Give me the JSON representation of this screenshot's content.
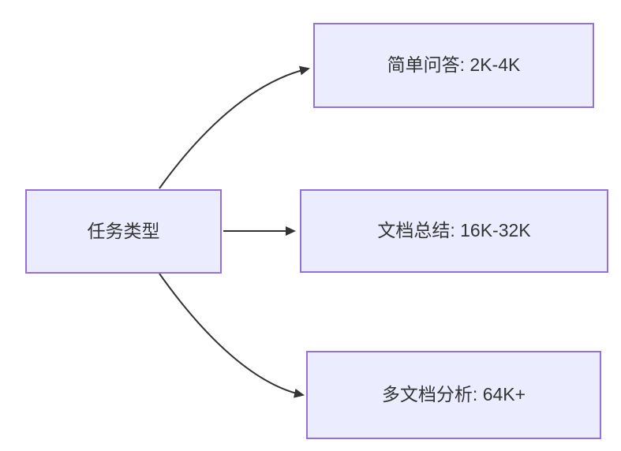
{
  "diagram": {
    "type": "flowchart-left-to-right",
    "root": {
      "label": "任务类型"
    },
    "children": [
      {
        "label": "简单问答: 2K-4K"
      },
      {
        "label": "文档总结: 16K-32K"
      },
      {
        "label": "多文档分析: 64K+"
      }
    ],
    "edges": [
      {
        "from": "任务类型",
        "to": "简单问答: 2K-4K"
      },
      {
        "from": "任务类型",
        "to": "文档总结: 16K-32K"
      },
      {
        "from": "任务类型",
        "to": "多文档分析: 64K+"
      }
    ],
    "colors": {
      "node_fill": "#ECECFF",
      "node_border": "#9370DB",
      "edge": "#333333",
      "text": "#333333",
      "background": "#FFFFFF"
    }
  }
}
